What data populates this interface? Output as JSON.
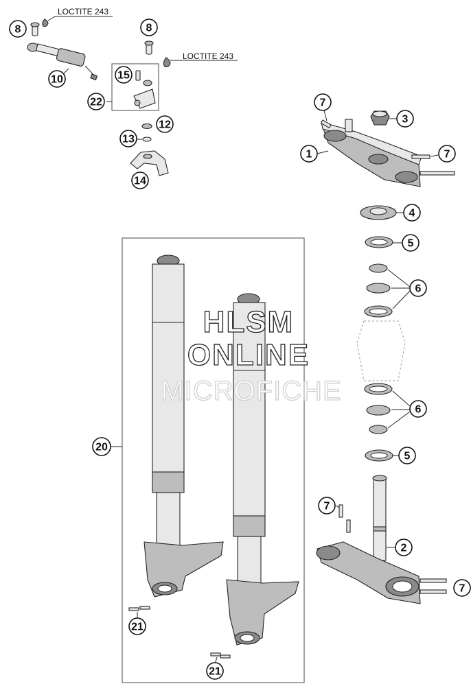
{
  "diagram": {
    "callouts": {
      "c1": "1",
      "c2": "2",
      "c3": "3",
      "c4": "4",
      "c5a": "5",
      "c5b": "5",
      "c6a": "6",
      "c6b": "6",
      "c7a": "7",
      "c7b": "7",
      "c7c": "7",
      "c7d": "7",
      "c8a": "8",
      "c8b": "8",
      "c10": "10",
      "c12": "12",
      "c13": "13",
      "c14": "14",
      "c15": "15",
      "c20": "20",
      "c21a": "21",
      "c21b": "21",
      "c22": "22"
    },
    "notes": {
      "loctite_1": "LOCTITE 243",
      "loctite_2": "LOCTITE 243"
    }
  },
  "watermark": {
    "line1": "HLSM",
    "line2": "ONLINE",
    "line3": "MICROFICHE"
  }
}
